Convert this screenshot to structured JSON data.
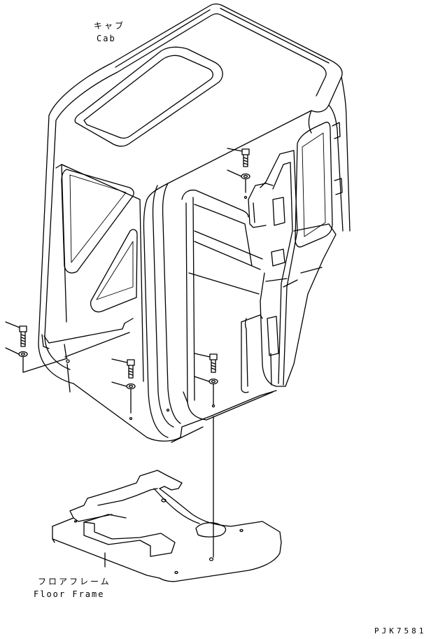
{
  "labels": {
    "cab_jp": "キャブ",
    "cab_en": "Cab",
    "floor_jp": "フロアフレーム",
    "floor_en": "Floor Frame",
    "drawing_code": "PJK7581"
  },
  "colors": {
    "line": "#000000",
    "background": "#ffffff"
  }
}
